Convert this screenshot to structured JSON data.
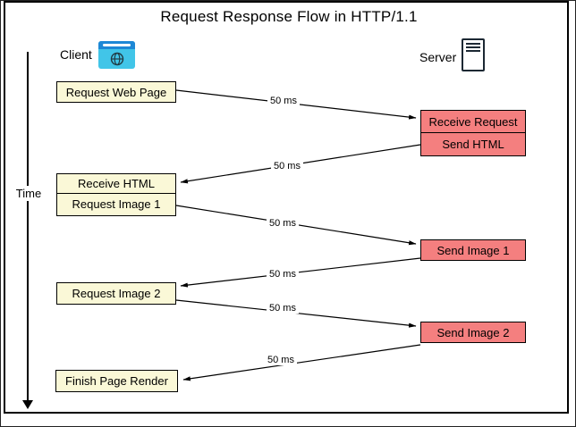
{
  "title": "Request Response Flow in HTTP/1.1",
  "client": {
    "label": "Client",
    "icon": "browser-icon"
  },
  "server": {
    "label": "Server",
    "icon": "server-icon"
  },
  "time_axis": {
    "label": "Time",
    "direction": "down"
  },
  "client_boxes": [
    "Request Web Page",
    "Receive HTML",
    "Request Image 1",
    "Request Image 2",
    "Finish Page Render"
  ],
  "server_boxes": [
    "Receive Request",
    "Send HTML",
    "Send Image 1",
    "Send Image 2"
  ],
  "arrows": [
    {
      "label": "50 ms",
      "from": "Request Web Page",
      "to": "Receive Request"
    },
    {
      "label": "50 ms",
      "from": "Send HTML",
      "to": "Receive HTML"
    },
    {
      "label": "50 ms",
      "from": "Request Image 1",
      "to": "Send Image 1"
    },
    {
      "label": "50 ms",
      "from": "Send Image 1",
      "to": "Request Image 2"
    },
    {
      "label": "50 ms",
      "from": "Request Image 2",
      "to": "Send Image 2"
    },
    {
      "label": "50 ms",
      "from": "Send Image 2",
      "to": "Finish Page Render"
    }
  ],
  "colors": {
    "client_box_fill": "#FAF8D7",
    "server_box_fill": "#F47F7F",
    "browser_icon_body": "#41C5E8",
    "browser_icon_bar": "#1E88D6",
    "line": "#000000"
  }
}
